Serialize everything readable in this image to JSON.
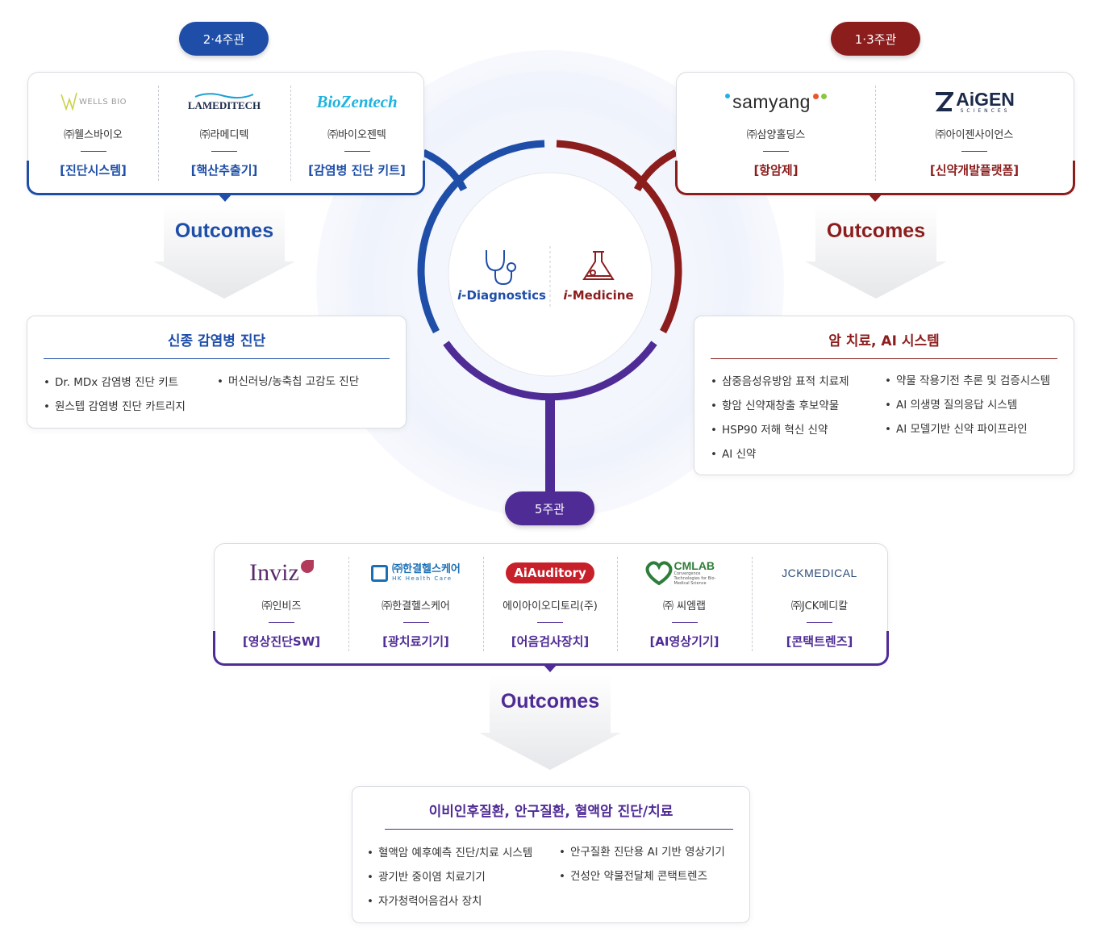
{
  "colors": {
    "blue": "#1e4ea8",
    "red": "#8c1d1d",
    "purple": "#4f2b95"
  },
  "center": {
    "left_icon": "stethoscope-icon",
    "left_label_i": "i-",
    "left_label": "Diagnostics",
    "right_icon": "flask-icon",
    "right_label_i": "i-",
    "right_label": "Medicine"
  },
  "groups": {
    "left": {
      "badge": "2·4주관",
      "members": [
        {
          "logo": "WELLS BIO",
          "name": "㈜웰스바이오",
          "field": "[진단시스템]"
        },
        {
          "logo": "LAMEDITECH",
          "name": "㈜라메디텍",
          "field": "[핵산추출기]"
        },
        {
          "logo": "BioZentech",
          "name": "㈜바이오젠텍",
          "field": "[감염병 진단 키트]"
        }
      ],
      "outcome": "Outcomes",
      "result_title": "신종 감염병 진단",
      "result_col1": [
        "Dr. MDx 감염병 진단 키트",
        "원스텝 감염병 진단 카트리지"
      ],
      "result_col2": [
        "머신러닝/농축칩 고감도 진단"
      ]
    },
    "right": {
      "badge": "1·3주관",
      "members": [
        {
          "logo": "samyang",
          "name": "㈜삼양홀딩스",
          "field": "[항암제]"
        },
        {
          "logo": "AiGEN",
          "logo_sub": "SCIENCES",
          "name": "㈜아이젠사이언스",
          "field": "[신약개발플랫폼]"
        }
      ],
      "outcome": "Outcomes",
      "result_title": "암 치료, AI 시스템",
      "result_col1": [
        "삼중음성유방암 표적 치료제",
        "항암 신약재창출 후보약물",
        "HSP90 저해 혁신 신약",
        "AI 신약"
      ],
      "result_col2": [
        "약물 작용기전 추론 및 검증시스템",
        "AI 의생명 질의응답 시스템",
        "AI 모델기반 신약 파이프라인"
      ]
    },
    "bottom": {
      "badge": "5주관",
      "members": [
        {
          "logo": "Inviz",
          "name": "㈜인비즈",
          "field": "[영상진단SW]"
        },
        {
          "logo": "㈜한결헬스케어",
          "logo_sub": "HK Health Care",
          "name": "㈜한결헬스케어",
          "field": "[광치료기기]"
        },
        {
          "logo": "AiAuditory",
          "name": "에이아이오디토리(주)",
          "field": "[어음검사장치]"
        },
        {
          "logo": "CMLAB",
          "logo_sub": "Convergence Technologies for Bio-Medical Science",
          "name": "㈜ 씨엠랩",
          "field": "[AI영상기기]"
        },
        {
          "logo": "JCKMEDICAL",
          "name": "㈜JCK메디칼",
          "field": "[콘택트렌즈]"
        }
      ],
      "outcome": "Outcomes",
      "result_title": "이비인후질환, 안구질환, 혈액암 진단/치료",
      "result_col1": [
        "혈액암 예후예측 진단/치료 시스템",
        "광기반 중이염 치료기기",
        "자가청력어음검사 장치"
      ],
      "result_col2": [
        "안구질환 진단용 AI 기반 영상기기",
        "건성안 약물전달체 콘택트렌즈"
      ]
    }
  }
}
